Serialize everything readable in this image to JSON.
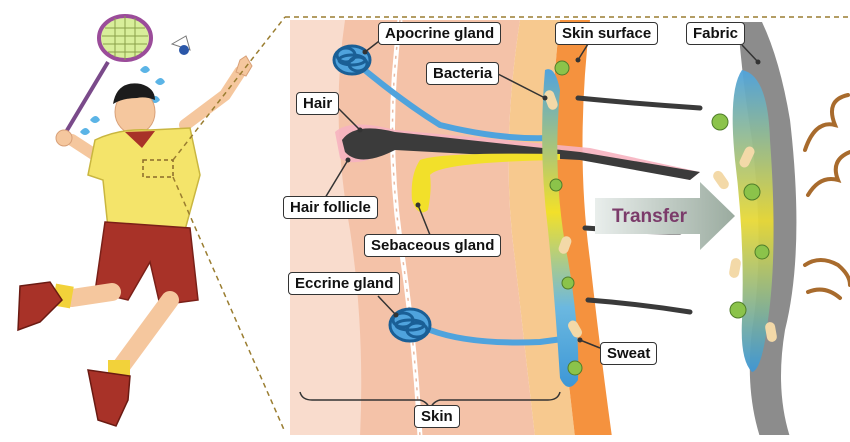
{
  "labels": {
    "apocrine_gland": "Apocrine gland",
    "skin_surface": "Skin surface",
    "fabric": "Fabric",
    "bacteria": "Bacteria",
    "hair": "Hair",
    "hair_follicle": "Hair follicle",
    "sebaceous_gland": "Sebaceous gland",
    "eccrine_gland": "Eccrine gland",
    "sweat": "Sweat",
    "skin": "Skin",
    "transfer": "Transfer"
  },
  "colors": {
    "dermis": "#f4c2a8",
    "epidermis": "#f7c98f",
    "skin_surface": "#f5923e",
    "sweat_blue": "#55a9dc",
    "sebum_yellow": "#f2e02a",
    "bacteria_green": "#8bc34a",
    "fabric_gray": "#8c8c8c",
    "odor_brown": "#a86b2d",
    "shirt_yellow": "#f4e46a",
    "shorts_red": "#a83228",
    "transfer_text": "#7b3b6a"
  }
}
